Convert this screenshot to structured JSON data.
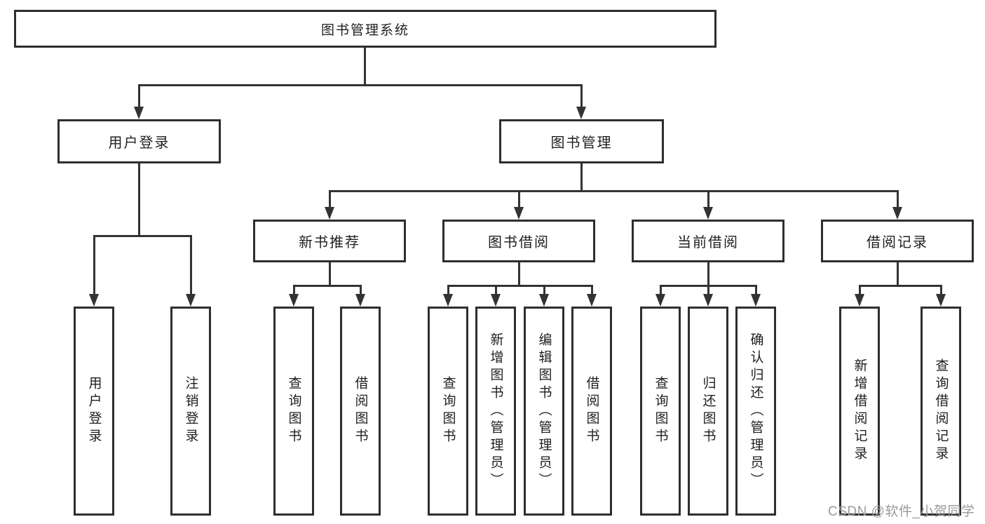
{
  "tree": {
    "root": {
      "label": "图书管理系统",
      "children": [
        {
          "label": "用户登录",
          "children": [
            {
              "label": "用户登录"
            },
            {
              "label": "注销登录"
            }
          ]
        },
        {
          "label": "图书管理",
          "children": [
            {
              "label": "新书推荐",
              "children": [
                {
                  "label": "查询图书"
                },
                {
                  "label": "借阅图书"
                }
              ]
            },
            {
              "label": "图书借阅",
              "children": [
                {
                  "label": "查询图书"
                },
                {
                  "label": "新增图书（管理员）"
                },
                {
                  "label": "编辑图书（管理员）"
                },
                {
                  "label": "借阅图书"
                }
              ]
            },
            {
              "label": "当前借阅",
              "children": [
                {
                  "label": "查询图书"
                },
                {
                  "label": "归还图书"
                },
                {
                  "label": "确认归还（管理员）"
                }
              ]
            },
            {
              "label": "借阅记录",
              "children": [
                {
                  "label": "新增借阅记录"
                },
                {
                  "label": "查询借阅记录"
                }
              ]
            }
          ]
        }
      ]
    }
  },
  "watermark": {
    "text": "CSDN @软件_小贺同学"
  },
  "colors": {
    "line": "#333333",
    "node_border": "#2e2e2e",
    "node_text": "#1f1f1f",
    "watermark": "#9b9b9b",
    "background": "#ffffff"
  }
}
